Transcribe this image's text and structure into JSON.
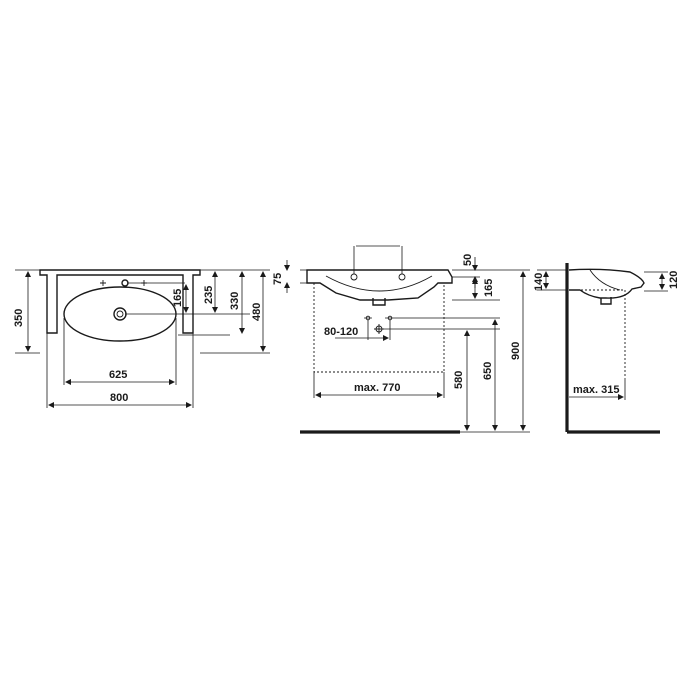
{
  "top_view": {
    "dim_width_overall": "800",
    "dim_width_bowl": "625",
    "dim_depth": "350",
    "dim_165": "165",
    "dim_235": "235",
    "dim_330": "330",
    "dim_480": "480"
  },
  "front_view": {
    "dim_75": "75",
    "dim_50": "50",
    "dim_165": "165",
    "dim_tap_spacing": "80-120",
    "dim_max_width": "max. 770",
    "dim_580": "580",
    "dim_650": "650",
    "dim_900": "900"
  },
  "side_view": {
    "dim_140": "140",
    "dim_120": "120",
    "dim_max_depth": "max. 315"
  }
}
